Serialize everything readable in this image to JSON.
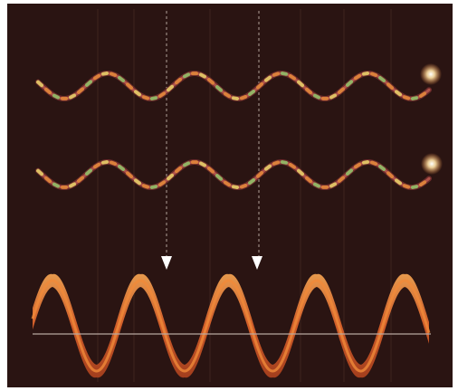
{
  "figure": {
    "description_free": true,
    "colors": {
      "background": "#2a1412",
      "frame_outer": "#ffffff",
      "wave_dark": "#6a2a2a",
      "wave_mid": "#b8584e",
      "wave_highlight_yellow": "#e8d36a",
      "wave_highlight_orange": "#e48a3a",
      "wave_highlight_green": "#8fc46a",
      "intensity_fill": "#d8602a",
      "intensity_core": "#f08a3a",
      "baseline": "#b8a6a0",
      "arrow": "#ffffff",
      "dashed_line": "#c8b8b0",
      "vertical_guide": "#5a3a30",
      "glow": "#ffe2a6"
    },
    "top_wave": {
      "cycles": 4.5,
      "glow_at_end": true
    },
    "middle_wave": {
      "cycles": 4.5,
      "glow_at_end": true
    },
    "intensity_wave": {
      "cycles": 4.5,
      "marked_peaks": 2
    },
    "icons": [
      "down-arrow-icon",
      "down-arrow-icon",
      "glow-spot-icon",
      "glow-spot-icon"
    ]
  }
}
